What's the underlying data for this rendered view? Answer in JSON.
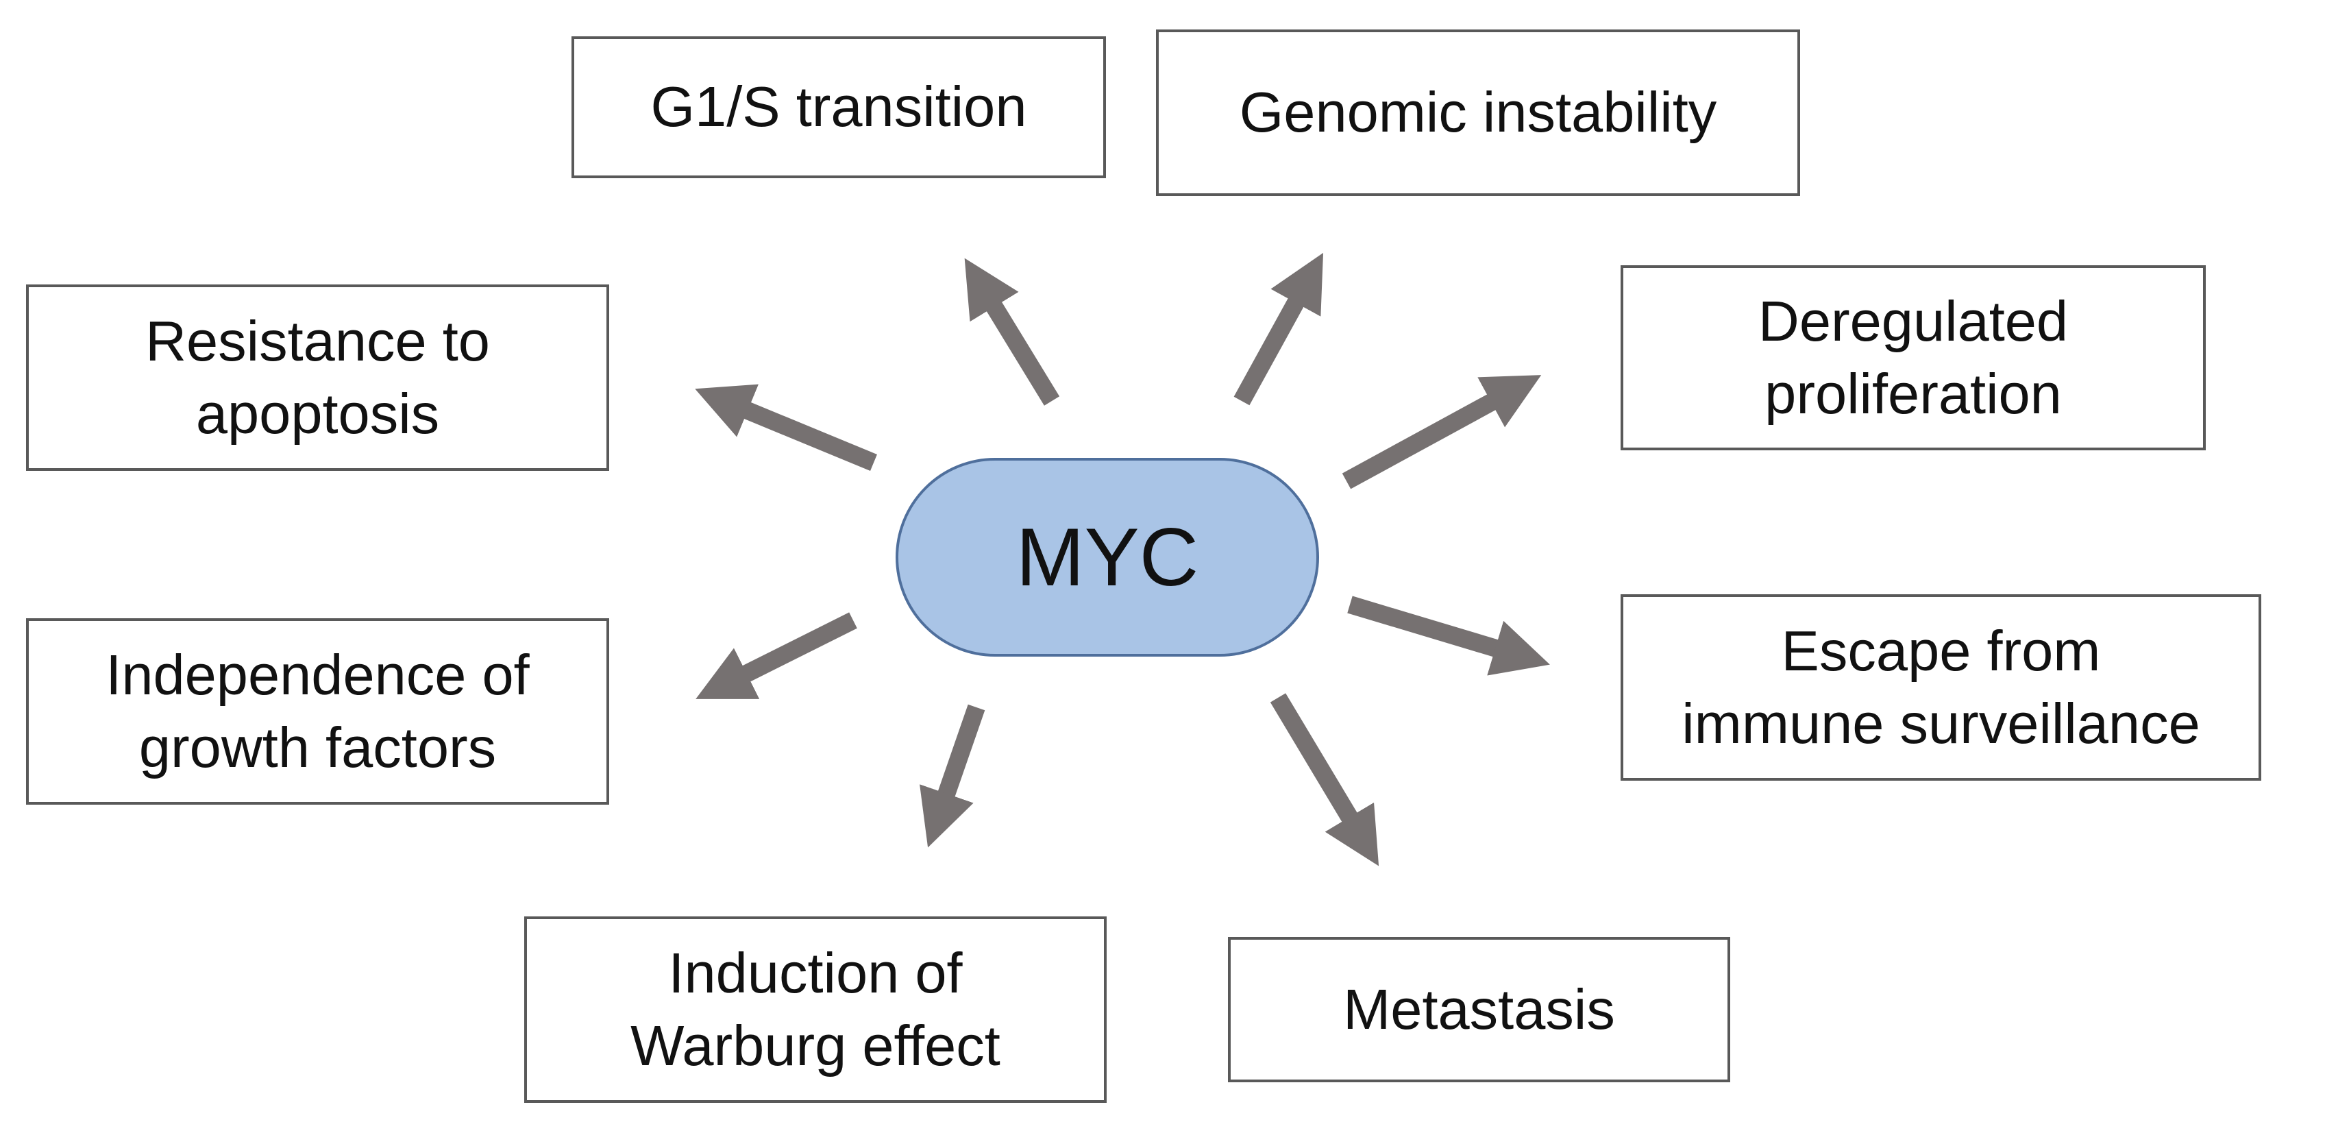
{
  "diagram": {
    "center_label": "MYC",
    "effects": [
      {
        "id": "g1s",
        "label": "G1/S transition"
      },
      {
        "id": "genomic",
        "label": "Genomic instability"
      },
      {
        "id": "resistance",
        "label": "Resistance to\napoptosis"
      },
      {
        "id": "deregulated",
        "label": "Deregulated\nproliferation"
      },
      {
        "id": "independence",
        "label": "Independence of\ngrowth factors"
      },
      {
        "id": "escape",
        "label": "Escape from\nimmune surveillance"
      },
      {
        "id": "warburg",
        "label": "Induction of\nWarburg effect"
      },
      {
        "id": "metastasis",
        "label": "Metastasis"
      }
    ]
  },
  "colors": {
    "center_fill": "#a9c4e6",
    "center_stroke": "#4f6f9c",
    "arrow": "#767171",
    "box_border": "#595959"
  }
}
